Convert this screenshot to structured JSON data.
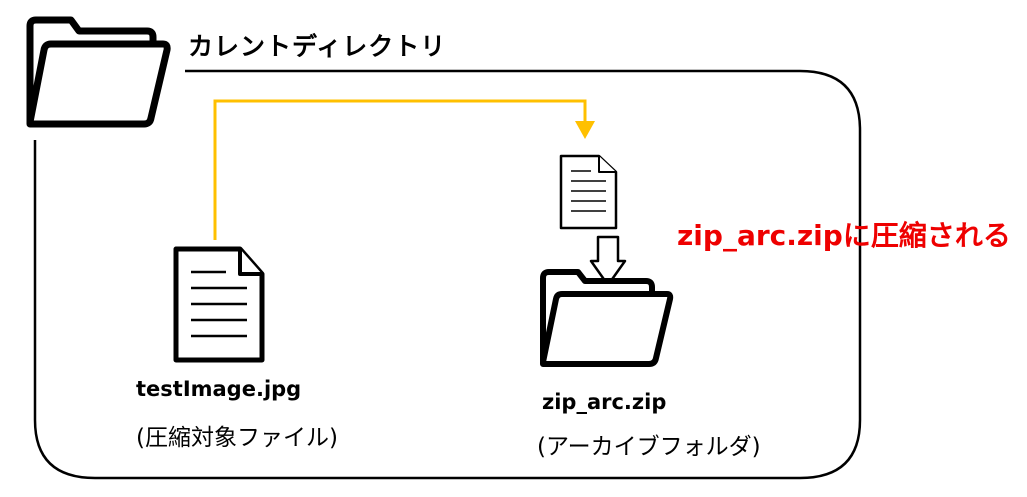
{
  "diagram": {
    "current_directory_label": "カレントディレクトリ",
    "source_file": {
      "name": "testImage.jpg",
      "description": "(圧縮対象ファイル)"
    },
    "archive": {
      "name": "zip_arc.zip",
      "description": "(アーカイブフォルダ)"
    },
    "compression_note": "zip_arc.zipに圧縮される",
    "icons": {
      "directory": "folder-open-icon",
      "source": "document-icon",
      "incoming": "document-icon",
      "down_arrow": "arrow-down-icon",
      "archive": "folder-open-icon"
    },
    "colors": {
      "flow_arrow": "#ffc000",
      "note_text": "#ee0000",
      "outline": "#000000"
    }
  }
}
